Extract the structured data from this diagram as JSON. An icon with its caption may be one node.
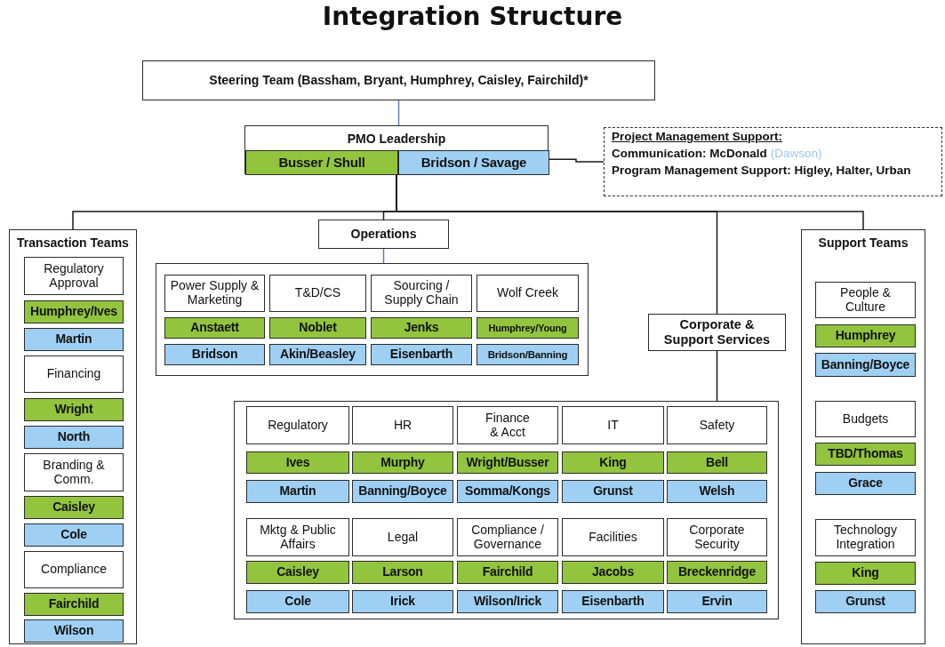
{
  "diagram": {
    "title": "Integration Structure",
    "nodes": [
      {
        "text": [
          "Steering Team (Bassham, Bryant, Humphrey, Caisley, Fairchild)*"
        ]
      },
      {
        "text": [
          "PMO Leadership"
        ]
      },
      {
        "text": [
          "Busser / Shull"
        ],
        "in": 1
      },
      {
        "text": [
          "Bridson / Savage"
        ],
        "in": 1
      },
      {
        "text": [
          "Project Management Support:",
          "Communication: McDonald",
          "(Dawson)",
          "Program Management Support: Higley, Halter, Urban"
        ]
      },
      {
        "text": [
          "Transaction Teams"
        ]
      },
      {
        "text": [
          "Regulatory Approval"
        ],
        "in": 5
      },
      {
        "text": [
          "Humphrey/Ives"
        ],
        "in": 5
      },
      {
        "text": [
          "Martin"
        ],
        "in": 5
      },
      {
        "text": [
          "Financing"
        ],
        "in": 5
      },
      {
        "text": [
          "Wright"
        ],
        "in": 5
      },
      {
        "text": [
          "North"
        ],
        "in": 5
      },
      {
        "text": [
          "Branding & Comm."
        ],
        "in": 5
      },
      {
        "text": [
          "Caisley"
        ],
        "in": 5
      },
      {
        "text": [
          "Cole"
        ],
        "in": 5
      },
      {
        "text": [
          "Compliance"
        ],
        "in": 5
      },
      {
        "text": [
          "Fairchild"
        ],
        "in": 5
      },
      {
        "text": [
          "Wilson"
        ],
        "in": 5
      },
      {
        "text": [
          "Operations"
        ]
      },
      {
        "text": [],
        "shape": "box"
      },
      {
        "text": [
          "Power Supply & Marketing"
        ],
        "in": 19
      },
      {
        "text": [
          "T&D/CS"
        ],
        "in": 19
      },
      {
        "text": [
          "Sourcing / Supply Chain"
        ],
        "in": 19
      },
      {
        "text": [
          "Wolf Creek"
        ],
        "in": 19
      },
      {
        "text": [
          "Anstaett"
        ],
        "in": 19
      },
      {
        "text": [
          "Noblet"
        ],
        "in": 19
      },
      {
        "text": [
          "Jenks"
        ],
        "in": 19
      },
      {
        "text": [
          "Humphrey/Young"
        ],
        "in": 19
      },
      {
        "text": [
          "Bridson"
        ],
        "in": 19
      },
      {
        "text": [
          "Akin/Beasley"
        ],
        "in": 19
      },
      {
        "text": [
          "Eisenbarth"
        ],
        "in": 19
      },
      {
        "text": [
          "Bridson/Banning"
        ],
        "in": 19
      },
      {
        "text": [
          "Corporate & Support Services"
        ]
      },
      {
        "text": [],
        "shape": "box"
      },
      {
        "text": [
          "Regulatory"
        ],
        "in": 33
      },
      {
        "text": [
          "HR"
        ],
        "in": 33
      },
      {
        "text": [
          "Finance & Acct"
        ],
        "in": 33
      },
      {
        "text": [
          "IT"
        ],
        "in": 33
      },
      {
        "text": [
          "Safety"
        ],
        "in": 33
      },
      {
        "text": [
          "Ives"
        ],
        "in": 33
      },
      {
        "text": [
          "Murphy"
        ],
        "in": 33
      },
      {
        "text": [
          "Wright/Busser"
        ],
        "in": 33
      },
      {
        "text": [
          "King"
        ],
        "in": 33
      },
      {
        "text": [
          "Bell"
        ],
        "in": 33
      },
      {
        "text": [
          "Martin"
        ],
        "in": 33
      },
      {
        "text": [
          "Banning/Boyce"
        ],
        "in": 33
      },
      {
        "text": [
          "Somma/Kongs"
        ],
        "in": 33
      },
      {
        "text": [
          "Grunst"
        ],
        "in": 33
      },
      {
        "text": [
          "Welsh"
        ],
        "in": 33
      },
      {
        "text": [
          "Mktg & Public Affairs"
        ],
        "in": 33
      },
      {
        "text": [
          "Legal"
        ],
        "in": 33
      },
      {
        "text": [
          "Compliance / Governance"
        ],
        "in": 33
      },
      {
        "text": [
          "Facilities"
        ],
        "in": 33
      },
      {
        "text": [
          "Corporate Security"
        ],
        "in": 33
      },
      {
        "text": [
          "Caisley"
        ],
        "in": 33
      },
      {
        "text": [
          "Larson"
        ],
        "in": 33
      },
      {
        "text": [
          "Fairchild"
        ],
        "in": 33
      },
      {
        "text": [
          "Jacobs"
        ],
        "in": 33
      },
      {
        "text": [
          "Breckenridge"
        ],
        "in": 33
      },
      {
        "text": [
          "Cole"
        ],
        "in": 33
      },
      {
        "text": [
          "Irick"
        ],
        "in": 33
      },
      {
        "text": [
          "Wilson/Irick"
        ],
        "in": 33
      },
      {
        "text": [
          "Eisenbarth"
        ],
        "in": 33
      },
      {
        "text": [
          "Ervin"
        ],
        "in": 33
      },
      {
        "text": [
          "Support Teams"
        ]
      },
      {
        "text": [
          "People & Culture"
        ],
        "in": 64
      },
      {
        "text": [
          "Humphrey"
        ],
        "in": 64
      },
      {
        "text": [
          "Banning/Boyce"
        ],
        "in": 64
      },
      {
        "text": [
          "Budgets"
        ],
        "in": 64
      },
      {
        "text": [
          "TBD/Thomas"
        ],
        "in": 64
      },
      {
        "text": [
          "Grace"
        ],
        "in": 64
      },
      {
        "text": [
          "Technology Integration"
        ],
        "in": 64
      },
      {
        "text": [
          "King"
        ],
        "in": 64
      },
      {
        "text": [
          "Grunst"
        ],
        "in": 64
      }
    ],
    "edges": [
      {
        "from": 0,
        "to": 1,
        "arrow": "none",
        "color": "#5b7fb5"
      },
      {
        "from": 3,
        "to": 4,
        "arrow": "none"
      },
      {
        "from": 1,
        "to": 5,
        "arrow": "none"
      },
      {
        "from": 1,
        "to": 18,
        "arrow": "none"
      },
      {
        "from": 1,
        "to": 32,
        "arrow": "none"
      },
      {
        "from": 1,
        "to": 64,
        "arrow": "none"
      },
      {
        "from": 18,
        "to": 19,
        "arrow": "none",
        "color": "#5b7fb5"
      },
      {
        "from": 32,
        "to": 33,
        "arrow": "none"
      }
    ]
  }
}
